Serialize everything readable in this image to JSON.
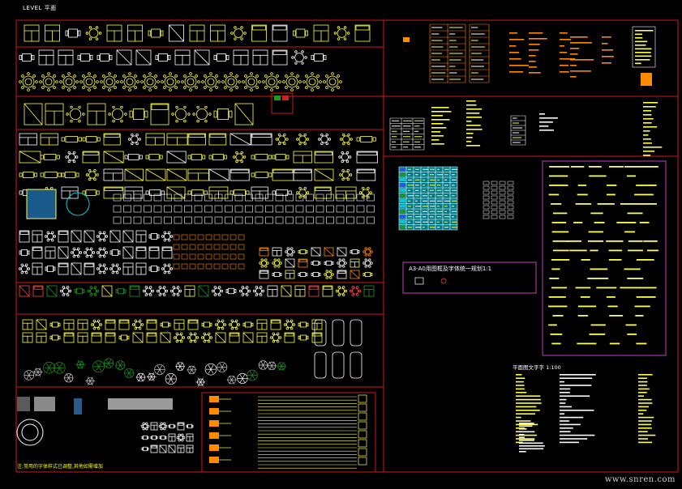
{
  "drawing": {
    "level_label": "LEVEL 平面",
    "panel_a3_title": "A3-A0用图框及字体统一规划1:1",
    "scale_title": "平面图文字字 1:100",
    "bottom_note": "注:常用的字体样式已调整,其他如需增加",
    "watermark": "www.snren.com"
  },
  "colors": {
    "background": "#000000",
    "frame_red": "#d01818",
    "symbol_yellow": "#ffff44",
    "symbol_white": "#ffffff",
    "accent_cyan": "#00c8d8",
    "accent_green": "#1a9a20",
    "accent_magenta": "#c040c0",
    "accent_orange": "#ff8a00",
    "accent_blue": "#3050ff"
  }
}
